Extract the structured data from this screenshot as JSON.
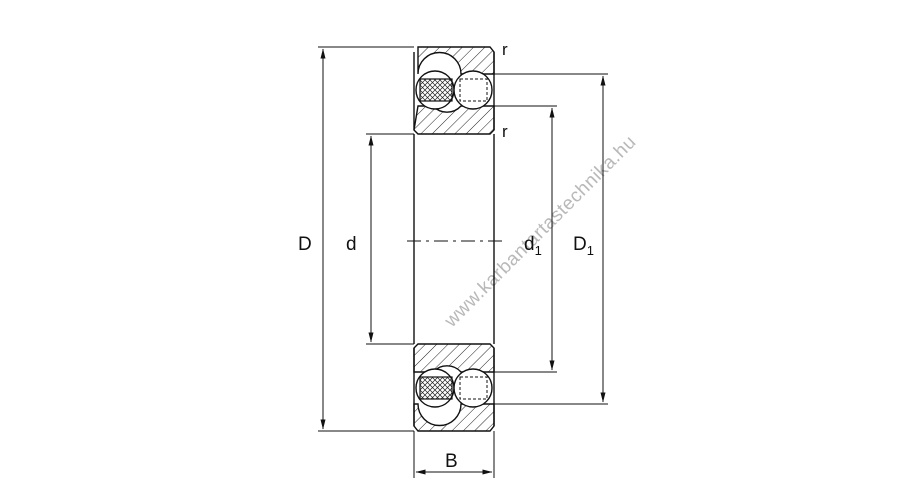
{
  "labels": {
    "D": "D",
    "d": "d",
    "d1_main": "d",
    "d1_sub": "1",
    "D1_main": "D",
    "D1_sub": "1",
    "B": "B",
    "r_top": "r",
    "r_mid": "r"
  },
  "watermark": "www.karbantartastechnika.hu"
}
